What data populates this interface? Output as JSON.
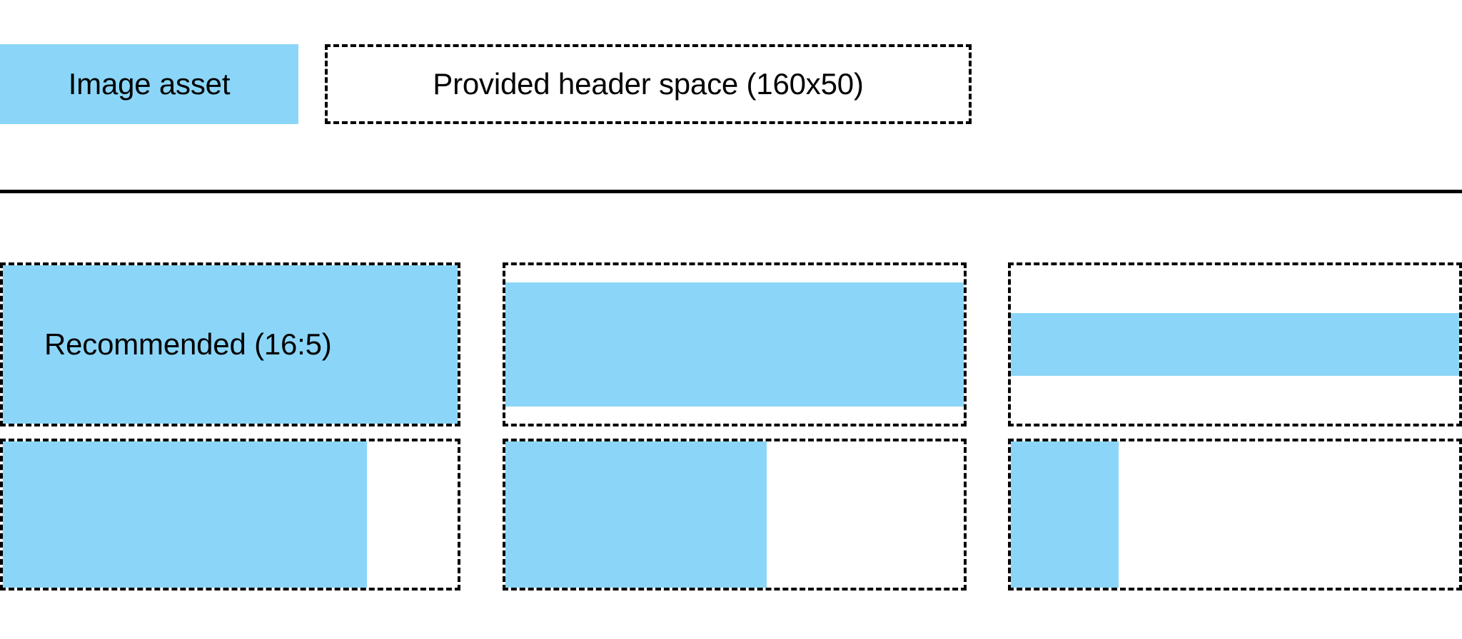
{
  "page": {
    "background": "#ffffff",
    "accent_blue": "#8BD6F8",
    "outline_color": "#000000"
  },
  "header": {
    "image_asset_label": "Image asset",
    "provided_space_label": "Provided header space (160x50)"
  },
  "grid": {
    "recommended_label": "Recommended (16:5)",
    "rows": [
      {
        "cells": [
          {
            "fill_left_pct": 0,
            "fill_top_pct": 0,
            "fill_width_pct": 100,
            "fill_height_pct": 100
          },
          {
            "fill_left_pct": 0,
            "fill_top_pct": 11,
            "fill_width_pct": 100,
            "fill_height_pct": 78
          },
          {
            "fill_left_pct": 0,
            "fill_top_pct": 30,
            "fill_width_pct": 100,
            "fill_height_pct": 40
          }
        ]
      },
      {
        "cells": [
          {
            "fill_left_pct": 0,
            "fill_top_pct": 0,
            "fill_width_pct": 80,
            "fill_height_pct": 100
          },
          {
            "fill_left_pct": 0,
            "fill_top_pct": 0,
            "fill_width_pct": 57,
            "fill_height_pct": 100
          },
          {
            "fill_left_pct": 0,
            "fill_top_pct": 0,
            "fill_width_pct": 24,
            "fill_height_pct": 100
          }
        ]
      }
    ]
  }
}
